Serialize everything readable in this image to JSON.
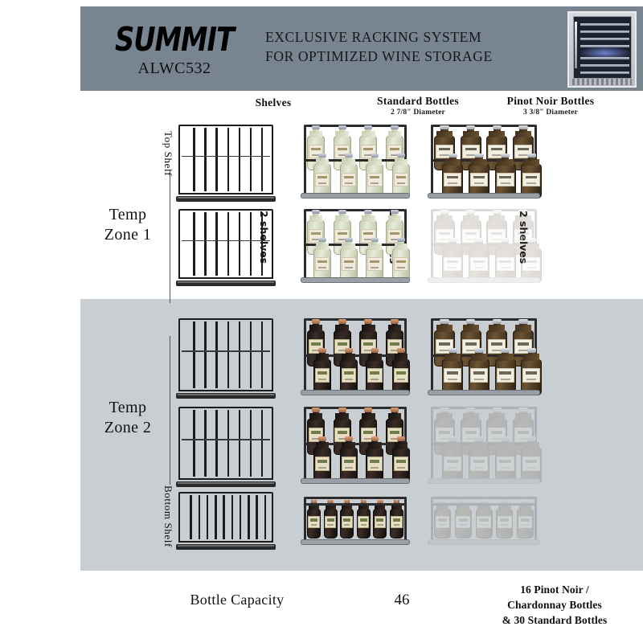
{
  "header": {
    "brand_logo": "SUMMIT",
    "model": "ALWC532",
    "tagline_line1": "EXCLUSIVE RACKING SYSTEM",
    "tagline_line2": "FOR OPTIMIZED WINE STORAGE",
    "background_color": "#78848f",
    "product_photo_alt": "wine-cooler-front-view"
  },
  "columns": [
    {
      "id": "shelves",
      "title": "Shelves",
      "subtitle": ""
    },
    {
      "id": "standard",
      "title": "Standard Bottles",
      "subtitle": "2 7/8\" Diameter"
    },
    {
      "id": "pinot",
      "title": "Pinot Noir Bottles",
      "subtitle": "3 3/8\" Diameter"
    }
  ],
  "zones": [
    {
      "id": "zone1",
      "label_line1": "Temp",
      "label_line2": "Zone 1",
      "vertical_label": "Top Shelf",
      "background_color": "#ffffff",
      "shelf_count_note": "2 shelves",
      "rows": [
        {
          "rack_bars": 8,
          "crossbar": true,
          "standard_bottles_back": 4,
          "standard_bottles_front": 4,
          "pinot_bottles_back": 4,
          "pinot_bottles_front": 4,
          "ghosted": false
        },
        {
          "rack_bars": 8,
          "crossbar": true,
          "standard_bottles_back": 4,
          "standard_bottles_front": 4,
          "pinot_bottles_back": 4,
          "pinot_bottles_front": 4,
          "ghosted_pinot": true
        }
      ]
    },
    {
      "id": "zone2",
      "label_line1": "Temp",
      "label_line2": "Zone 2",
      "vertical_label": "Bottom Shelf",
      "background_color": "#c9ced2",
      "rows": [
        {
          "rack_bars": 8,
          "crossbar": true,
          "standard_bottles_back": 4,
          "standard_bottles_front": 4,
          "pinot_bottles_back": 4,
          "pinot_bottles_front": 4,
          "ghosted_pinot": false
        },
        {
          "rack_bars": 8,
          "crossbar": true,
          "standard_bottles_back": 4,
          "standard_bottles_front": 4,
          "pinot_bottles_back": 4,
          "pinot_bottles_front": 4,
          "ghosted_pinot": true
        },
        {
          "rack_bars": 11,
          "crossbar": false,
          "standard_bottles_single_row": 6,
          "pinot_bottles_single_row": 5,
          "ghosted_pinot": true
        }
      ]
    }
  ],
  "shelf_notes": {
    "zone1_standard": "2 shelves",
    "zone1_shelves": "2 shelves",
    "zone1_pinot": "2 shelves"
  },
  "footer": {
    "label": "Bottle Capacity",
    "standard_count": "46",
    "pinot_detail_line1": "16 Pinot Noir /",
    "pinot_detail_line2": "Chardonnay Bottles",
    "pinot_detail_line3": "& 30 Standard Bottles"
  }
}
